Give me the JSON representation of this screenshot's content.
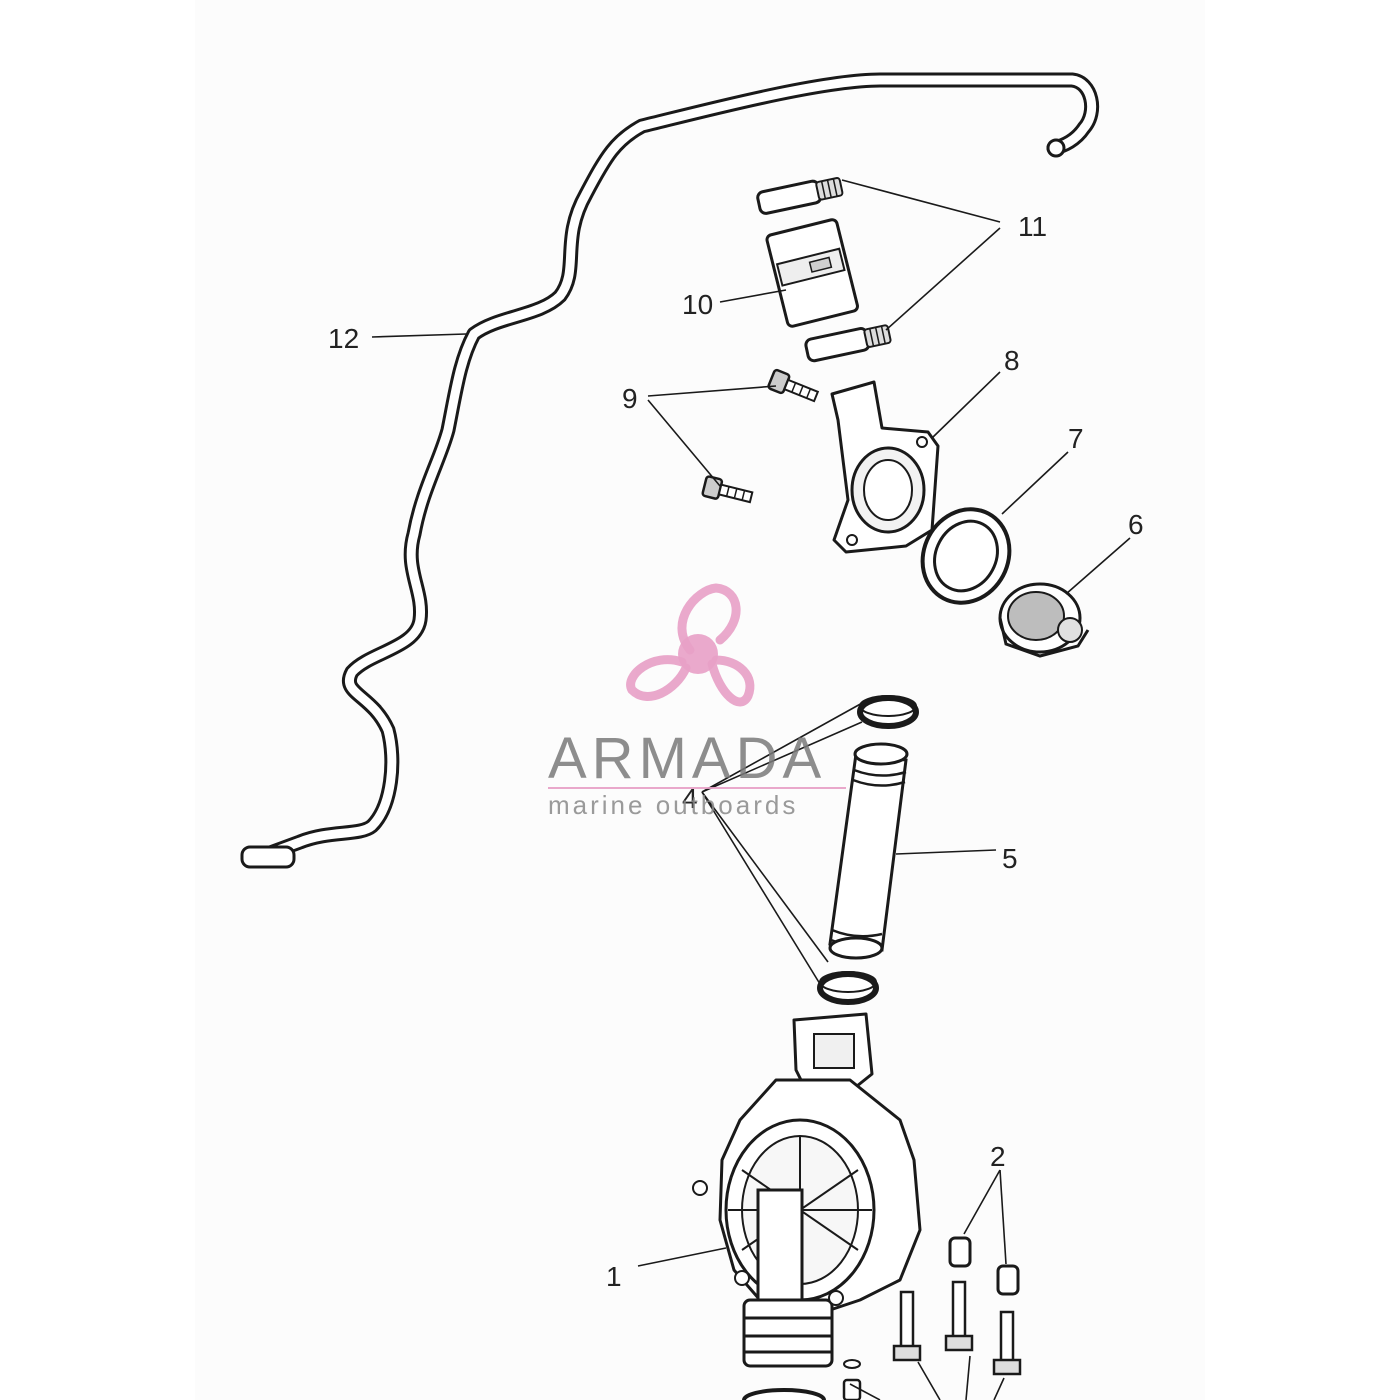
{
  "diagram": {
    "callouts": {
      "c1": "1",
      "c2": "2",
      "c4": "4",
      "c5": "5",
      "c6": "6",
      "c7": "7",
      "c8": "8",
      "c9": "9",
      "c10": "10",
      "c11": "11",
      "c12": "12"
    }
  },
  "watermark": {
    "name": "ARMADA",
    "tagline": "marine outboards",
    "colors": {
      "logo": "#e8a0c6",
      "text": "#7a7a7a"
    }
  },
  "colors": {
    "line": "#1a1a1a",
    "background": "#ffffff"
  }
}
